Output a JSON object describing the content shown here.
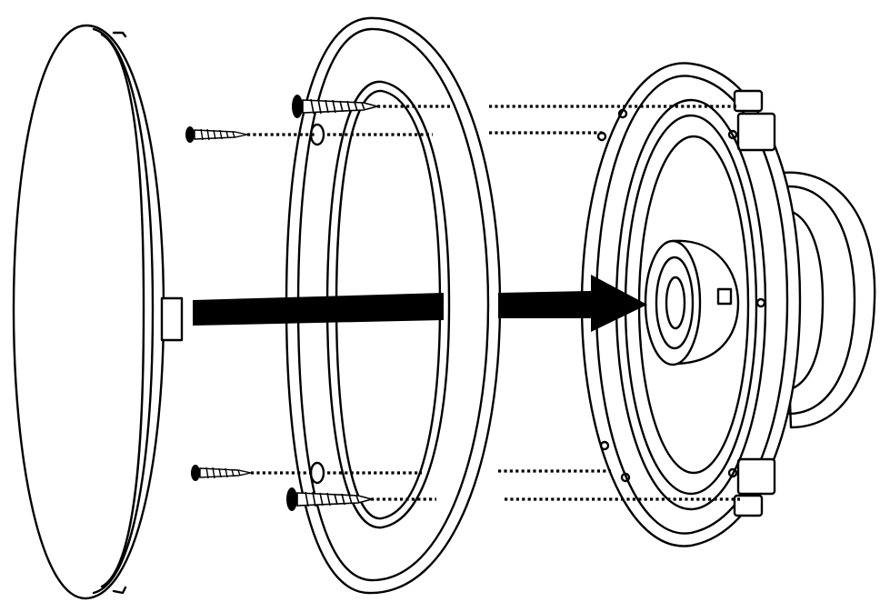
{
  "diagram": {
    "parts": [
      "grille-cover",
      "mounting-ring",
      "screw",
      "coaxial-speaker"
    ],
    "colors": {
      "ink": "#000000",
      "background": "#ffffff"
    },
    "icons": [
      "screw-icon",
      "arrow-icon",
      "dotted-guide-line"
    ]
  }
}
